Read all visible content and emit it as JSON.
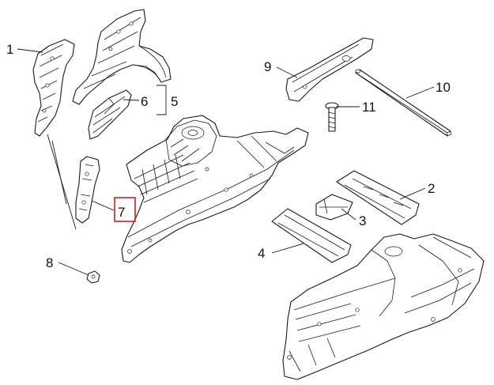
{
  "colors": {
    "highlight": "#cc2222",
    "line": "#1a1a1a"
  },
  "callouts": [
    {
      "id": "1",
      "label": "1"
    },
    {
      "id": "2",
      "label": "2"
    },
    {
      "id": "3",
      "label": "3"
    },
    {
      "id": "4",
      "label": "4"
    },
    {
      "id": "5",
      "label": "5"
    },
    {
      "id": "6",
      "label": "6"
    },
    {
      "id": "7",
      "label": "7",
      "highlighted": true
    },
    {
      "id": "8",
      "label": "8"
    },
    {
      "id": "9",
      "label": "9"
    },
    {
      "id": "10",
      "label": "10"
    },
    {
      "id": "11",
      "label": "11"
    }
  ]
}
